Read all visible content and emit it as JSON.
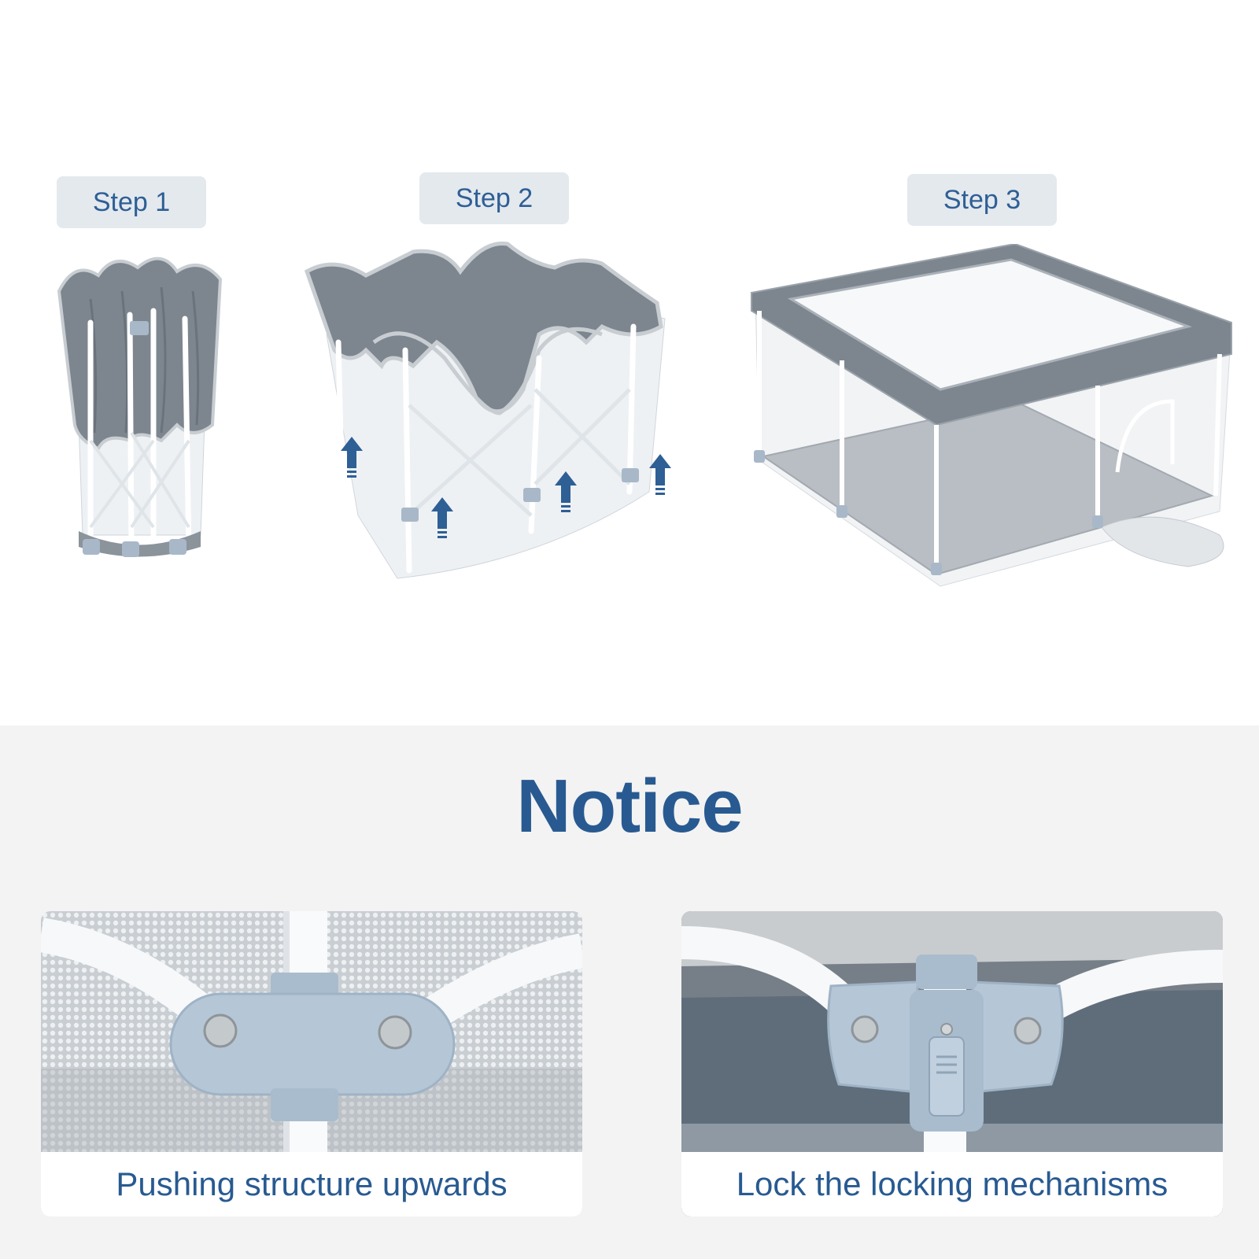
{
  "steps": [
    {
      "label": "Step 1"
    },
    {
      "label": "Step 2"
    },
    {
      "label": "Step 3"
    }
  ],
  "notice": {
    "title": "Notice",
    "cards": [
      {
        "caption": "Pushing structure upwards",
        "image": "hinge-joint-closeup"
      },
      {
        "caption": "Lock the locking mechanisms",
        "image": "locking-mechanism-closeup"
      }
    ]
  },
  "colors": {
    "accent_blue": "#285a91",
    "badge_bg": "#e4e9ee",
    "fabric_gray": "#7d868f",
    "lower_bg": "#f3f3f3"
  }
}
